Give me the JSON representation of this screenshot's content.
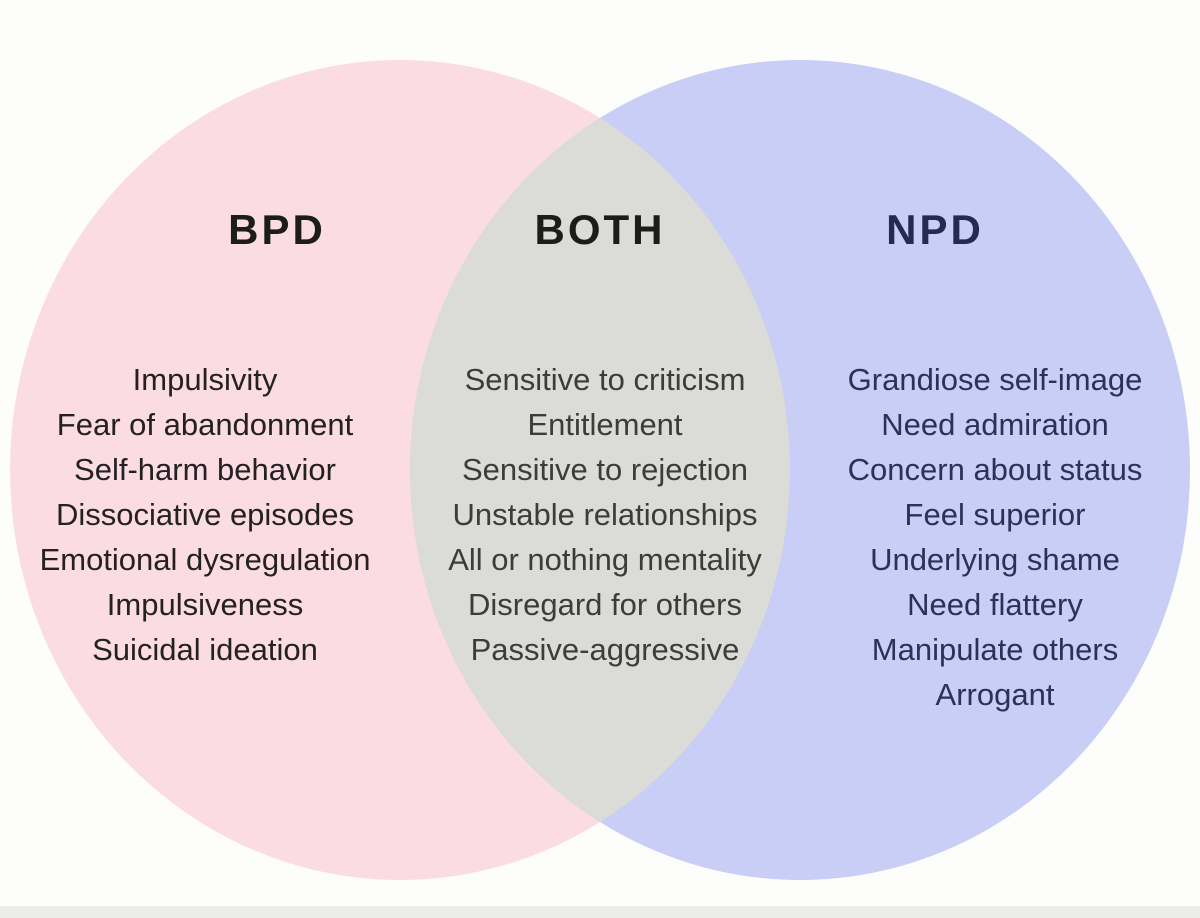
{
  "page": {
    "background": "#fdfdfc",
    "footer_band_color": "#ececea"
  },
  "venn": {
    "type": "venn-diagram",
    "left": {
      "title": "BPD",
      "fill": "#fbdce2",
      "text_color": "#242124",
      "items": [
        "Impulsivity",
        "Fear of abandonment",
        "Self-harm behavior",
        "Dissociative episodes",
        "Emotional dysregulation",
        "Impulsiveness",
        "Suicidal ideation"
      ]
    },
    "overlap": {
      "title": "BOTH",
      "fill": "#dbdbd8",
      "text_color": "#3c3c3c",
      "items": [
        "Sensitive to criticism",
        "Entitlement",
        "Sensitive to rejection",
        "Unstable relationships",
        "All or nothing mentality",
        "Disregard for others",
        "Passive-aggressive"
      ]
    },
    "right": {
      "title": "NPD",
      "fill": "#c8cef5",
      "text_color": "#28325a",
      "items": [
        "Grandiose self-image",
        "Need admiration",
        "Concern about status",
        "Feel superior",
        "Underlying shame",
        "Need flattery",
        "Manipulate others",
        "Arrogant"
      ]
    }
  }
}
